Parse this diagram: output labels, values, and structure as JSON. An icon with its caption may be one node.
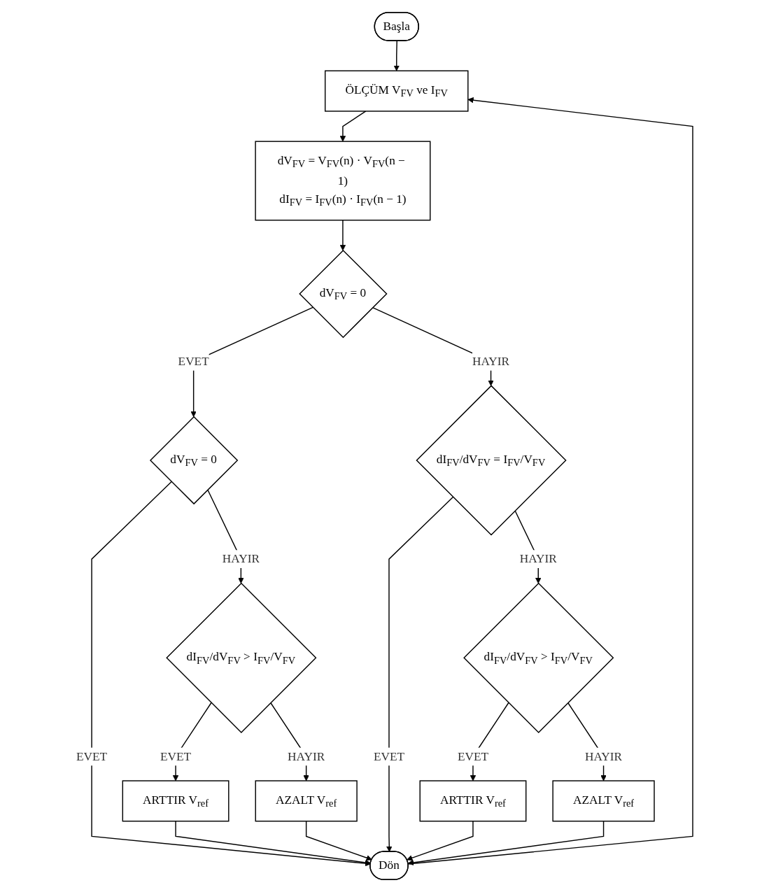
{
  "diagram": {
    "nodes": [
      {
        "text": [
          "Başla"
        ]
      },
      {
        "text": [
          "ÖLÇÜM V$_{FV}$ ve I$_{FV}$"
        ]
      },
      {
        "text": [
          "dV$_{FV}$ = V$_{FV}$(n) · V$_{FV}$(n − 1)",
          "dI$_{FV}$ = I$_{FV}$(n) · I$_{FV}$(n − 1)"
        ]
      },
      {
        "text": [
          "dV$_{FV}$ = 0"
        ]
      },
      {
        "text": [
          "dI$_{FV}$/dV$_{FV}$ = I$_{FV}$/V$_{FV}$"
        ]
      },
      {
        "text": [
          "dV$_{FV}$ = 0"
        ]
      },
      {
        "text": [
          "dI$_{FV}$/dV$_{FV}$ > I$_{FV}$/V$_{FV}$"
        ]
      },
      {
        "text": [
          "dI$_{FV}$/dV$_{FV}$ > I$_{FV}$/V$_{FV}$"
        ]
      },
      {
        "text": [
          "ARTTIR V$_{ref}$"
        ]
      },
      {
        "text": [
          "AZALT V$_{ref}$"
        ]
      },
      {
        "text": [
          "AZALT V$_{ref}$"
        ]
      },
      {
        "text": [
          "ARTTIR V$_{ref}$"
        ]
      },
      {
        "text": [
          "Dön"
        ]
      }
    ],
    "edges": [
      {
        "from": 0,
        "to": 1,
        "arrow": "to"
      },
      {
        "from": 1,
        "to": 2,
        "arrow": "to"
      },
      {
        "from": 2,
        "to": 3,
        "arrow": "to"
      },
      {
        "from": 3,
        "to": 5,
        "arrow": "to",
        "label": "EVET"
      },
      {
        "from": 3,
        "to": 4,
        "arrow": "to",
        "label": "HAYIR"
      },
      {
        "from": 4,
        "to": 12,
        "arrow": "to",
        "label": "EVET"
      },
      {
        "from": 4,
        "to": 6,
        "arrow": "to",
        "label": "HAYIR"
      },
      {
        "from": 5,
        "to": 12,
        "arrow": "to",
        "label": "EVET"
      },
      {
        "from": 5,
        "to": 7,
        "arrow": "to",
        "label": "HAYIR"
      },
      {
        "from": 6,
        "to": 8,
        "arrow": "to",
        "label": "EVET"
      },
      {
        "from": 6,
        "to": 9,
        "arrow": "to",
        "label": "HAYIR"
      },
      {
        "from": 7,
        "to": 11,
        "arrow": "to",
        "label": "EVET"
      },
      {
        "from": 7,
        "to": 10,
        "arrow": "to",
        "label": "HAYIR"
      },
      {
        "from": 8,
        "to": 12,
        "arrow": "to"
      },
      {
        "from": 9,
        "to": 12,
        "arrow": "to"
      },
      {
        "from": 10,
        "to": 12,
        "arrow": "to"
      },
      {
        "from": 11,
        "to": 12,
        "arrow": "to"
      },
      {
        "from": 12,
        "to": 1,
        "arrow": "to"
      }
    ]
  }
}
